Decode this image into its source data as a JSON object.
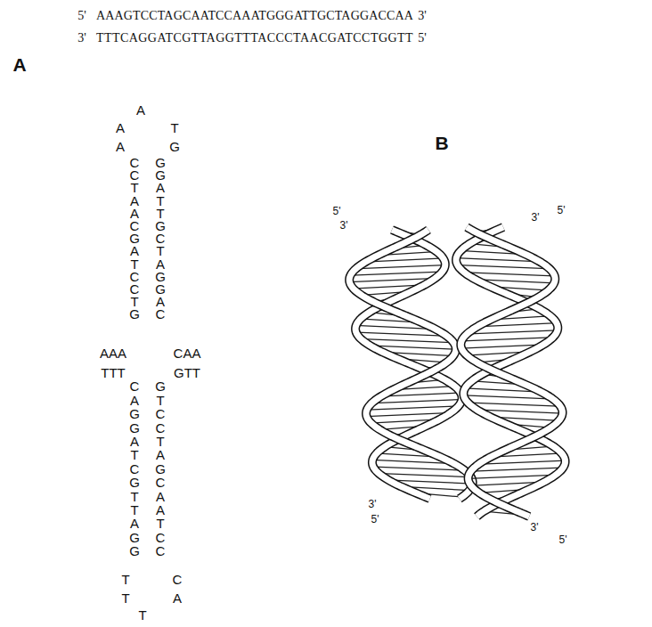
{
  "diagram": {
    "labels": [
      "5'",
      "AAAGTCCTAGCAATCCAAATGGGATTGCTAGGACCAA",
      "3'",
      "3'",
      "TTTCAGGATCGTTAGGTTTACCCTAACGATCCTGGTT",
      "5'",
      "A",
      "B",
      "A",
      "A",
      "A",
      "T",
      "G",
      "C C T A A C G A T C C T G",
      "G G A T T G C T A G G A C",
      "AAA",
      "TTT",
      "CAA",
      "GTT",
      "C A G G A T C G T T A G G",
      "G T C C T A G C A A T C C",
      "T",
      "T",
      "T",
      "C",
      "A",
      "5'",
      "3'",
      "3'",
      "5'",
      "3'",
      "5'",
      "3'",
      "5'"
    ]
  }
}
